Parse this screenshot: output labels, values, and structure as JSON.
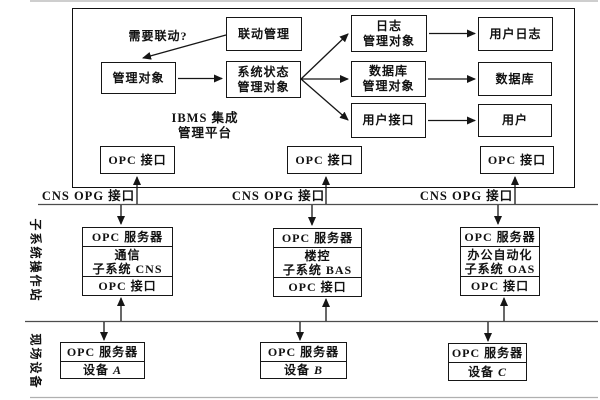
{
  "platform": {
    "title": "IBMS 集成\n管理平台",
    "need_linkage_label": "需要联动?",
    "boxes": {
      "linkage_mgmt": "联动管理",
      "managed_object": "管理对象",
      "system_status": "系统状态\n管理对象",
      "log_mgmt": "日志\n管理对象",
      "db_mgmt": "数据库\n管理对象",
      "user_interface": "用户接口",
      "user_log": "用户日志",
      "database": "数据库",
      "user": "用户",
      "opc_interface": "OPC 接口"
    }
  },
  "bus": {
    "label": "CNS  OPG 接口"
  },
  "sections": {
    "subsystem_stations": "子系统操作站",
    "field_devices": "现场设备"
  },
  "subsystems": [
    {
      "server": "OPC 服务器",
      "name": "通信\n子系统 CNS",
      "interface": "OPC 接口"
    },
    {
      "server": "OPC 服务器",
      "name": "楼控\n子系统 BAS",
      "interface": "OPC 接口"
    },
    {
      "server": "OPC 服务器",
      "name": "办公自动化\n子系统 OAS",
      "interface": "OPC 接口"
    }
  ],
  "devices": [
    {
      "server": "OPC 服务器",
      "label": "设备",
      "letter": "A"
    },
    {
      "server": "OPC 服务器",
      "label": "设备",
      "letter": "B"
    },
    {
      "server": "OPC 服务器",
      "label": "设备",
      "letter": "C"
    }
  ],
  "colors": {
    "ink": "#161616",
    "bus_line": "#4d4d4d",
    "page_rule": "#b0b0b0"
  }
}
